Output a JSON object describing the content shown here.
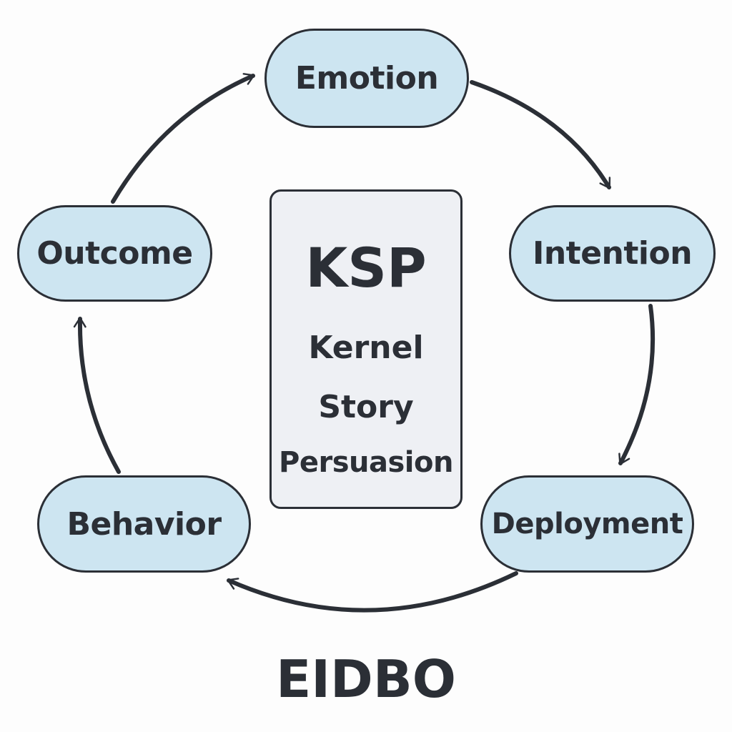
{
  "cycle": {
    "nodes": [
      {
        "label": "Emotion"
      },
      {
        "label": "Intention"
      },
      {
        "label": "Deployment"
      },
      {
        "label": "Behavior"
      },
      {
        "label": "Outcome"
      }
    ]
  },
  "center": {
    "acronym": "KSP",
    "lines": [
      "Kernel",
      "Story",
      "Persuasion"
    ]
  },
  "title": "EIDBO",
  "colors": {
    "node_fill": "#cde5f1",
    "center_fill": "#eef0f4",
    "stroke": "#2b2f36"
  }
}
